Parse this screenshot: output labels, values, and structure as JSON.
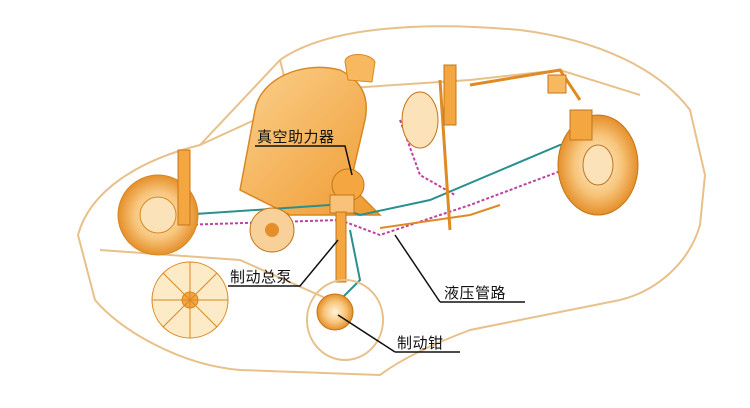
{
  "labels": {
    "vacuum_booster": "真空助力器",
    "master_cylinder": "制动总泵",
    "hydraulic_lines": "液压管路",
    "brake_caliper": "制动钳"
  },
  "colors": {
    "body_outline": "#e8b46a",
    "part_orange": "#f4a640",
    "part_light": "#fbd9a0",
    "line_teal": "#2a8f8f",
    "line_magenta": "#c040a0"
  }
}
